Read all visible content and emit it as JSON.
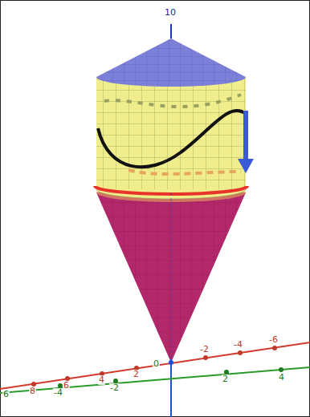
{
  "diagram": {
    "labels": [
      "10",
      "6",
      "-4",
      "-2",
      "0",
      "2",
      "4",
      "8",
      "6",
      "4",
      "2",
      "-2",
      "-4",
      "-6"
    ]
  }
}
